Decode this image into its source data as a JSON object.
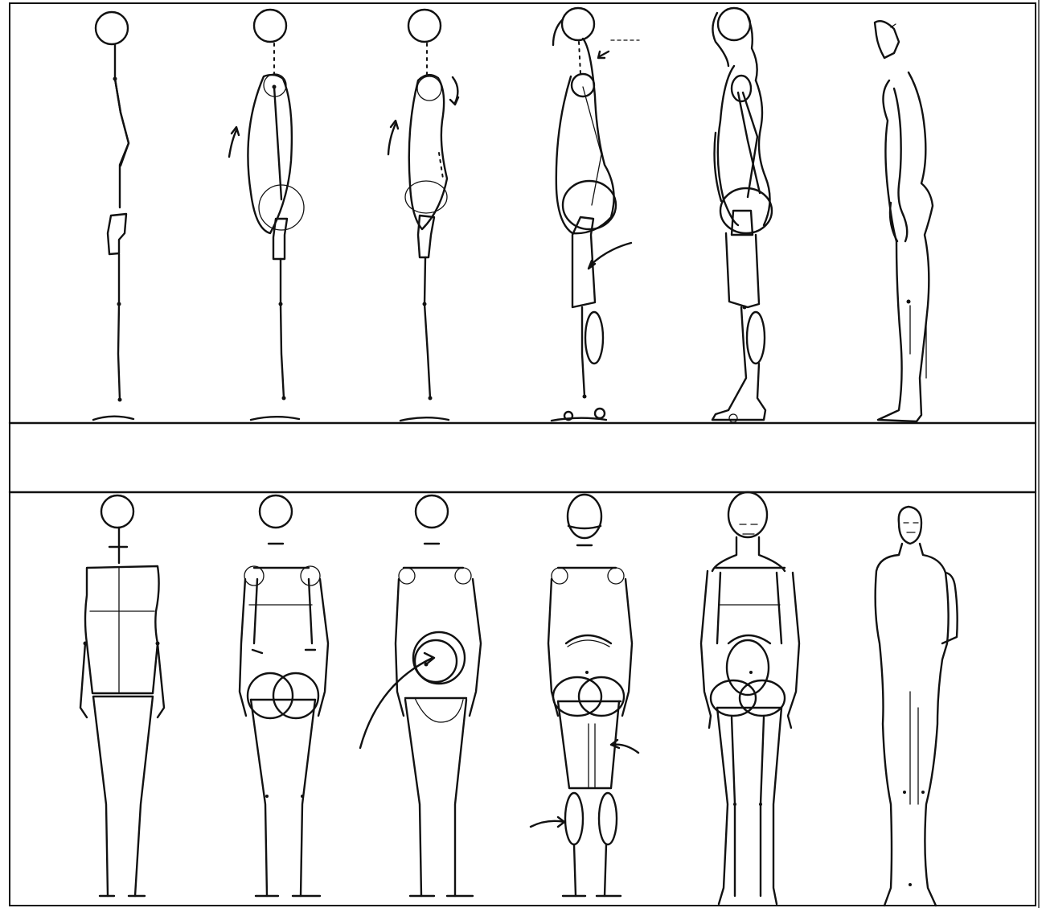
{
  "title": "",
  "rows": [
    {
      "name": "side-view",
      "figure_count": 6
    },
    {
      "name": "front-view",
      "figure_count": 6
    }
  ],
  "colors": {
    "ink": "#111111",
    "paper": "#ffffff"
  }
}
